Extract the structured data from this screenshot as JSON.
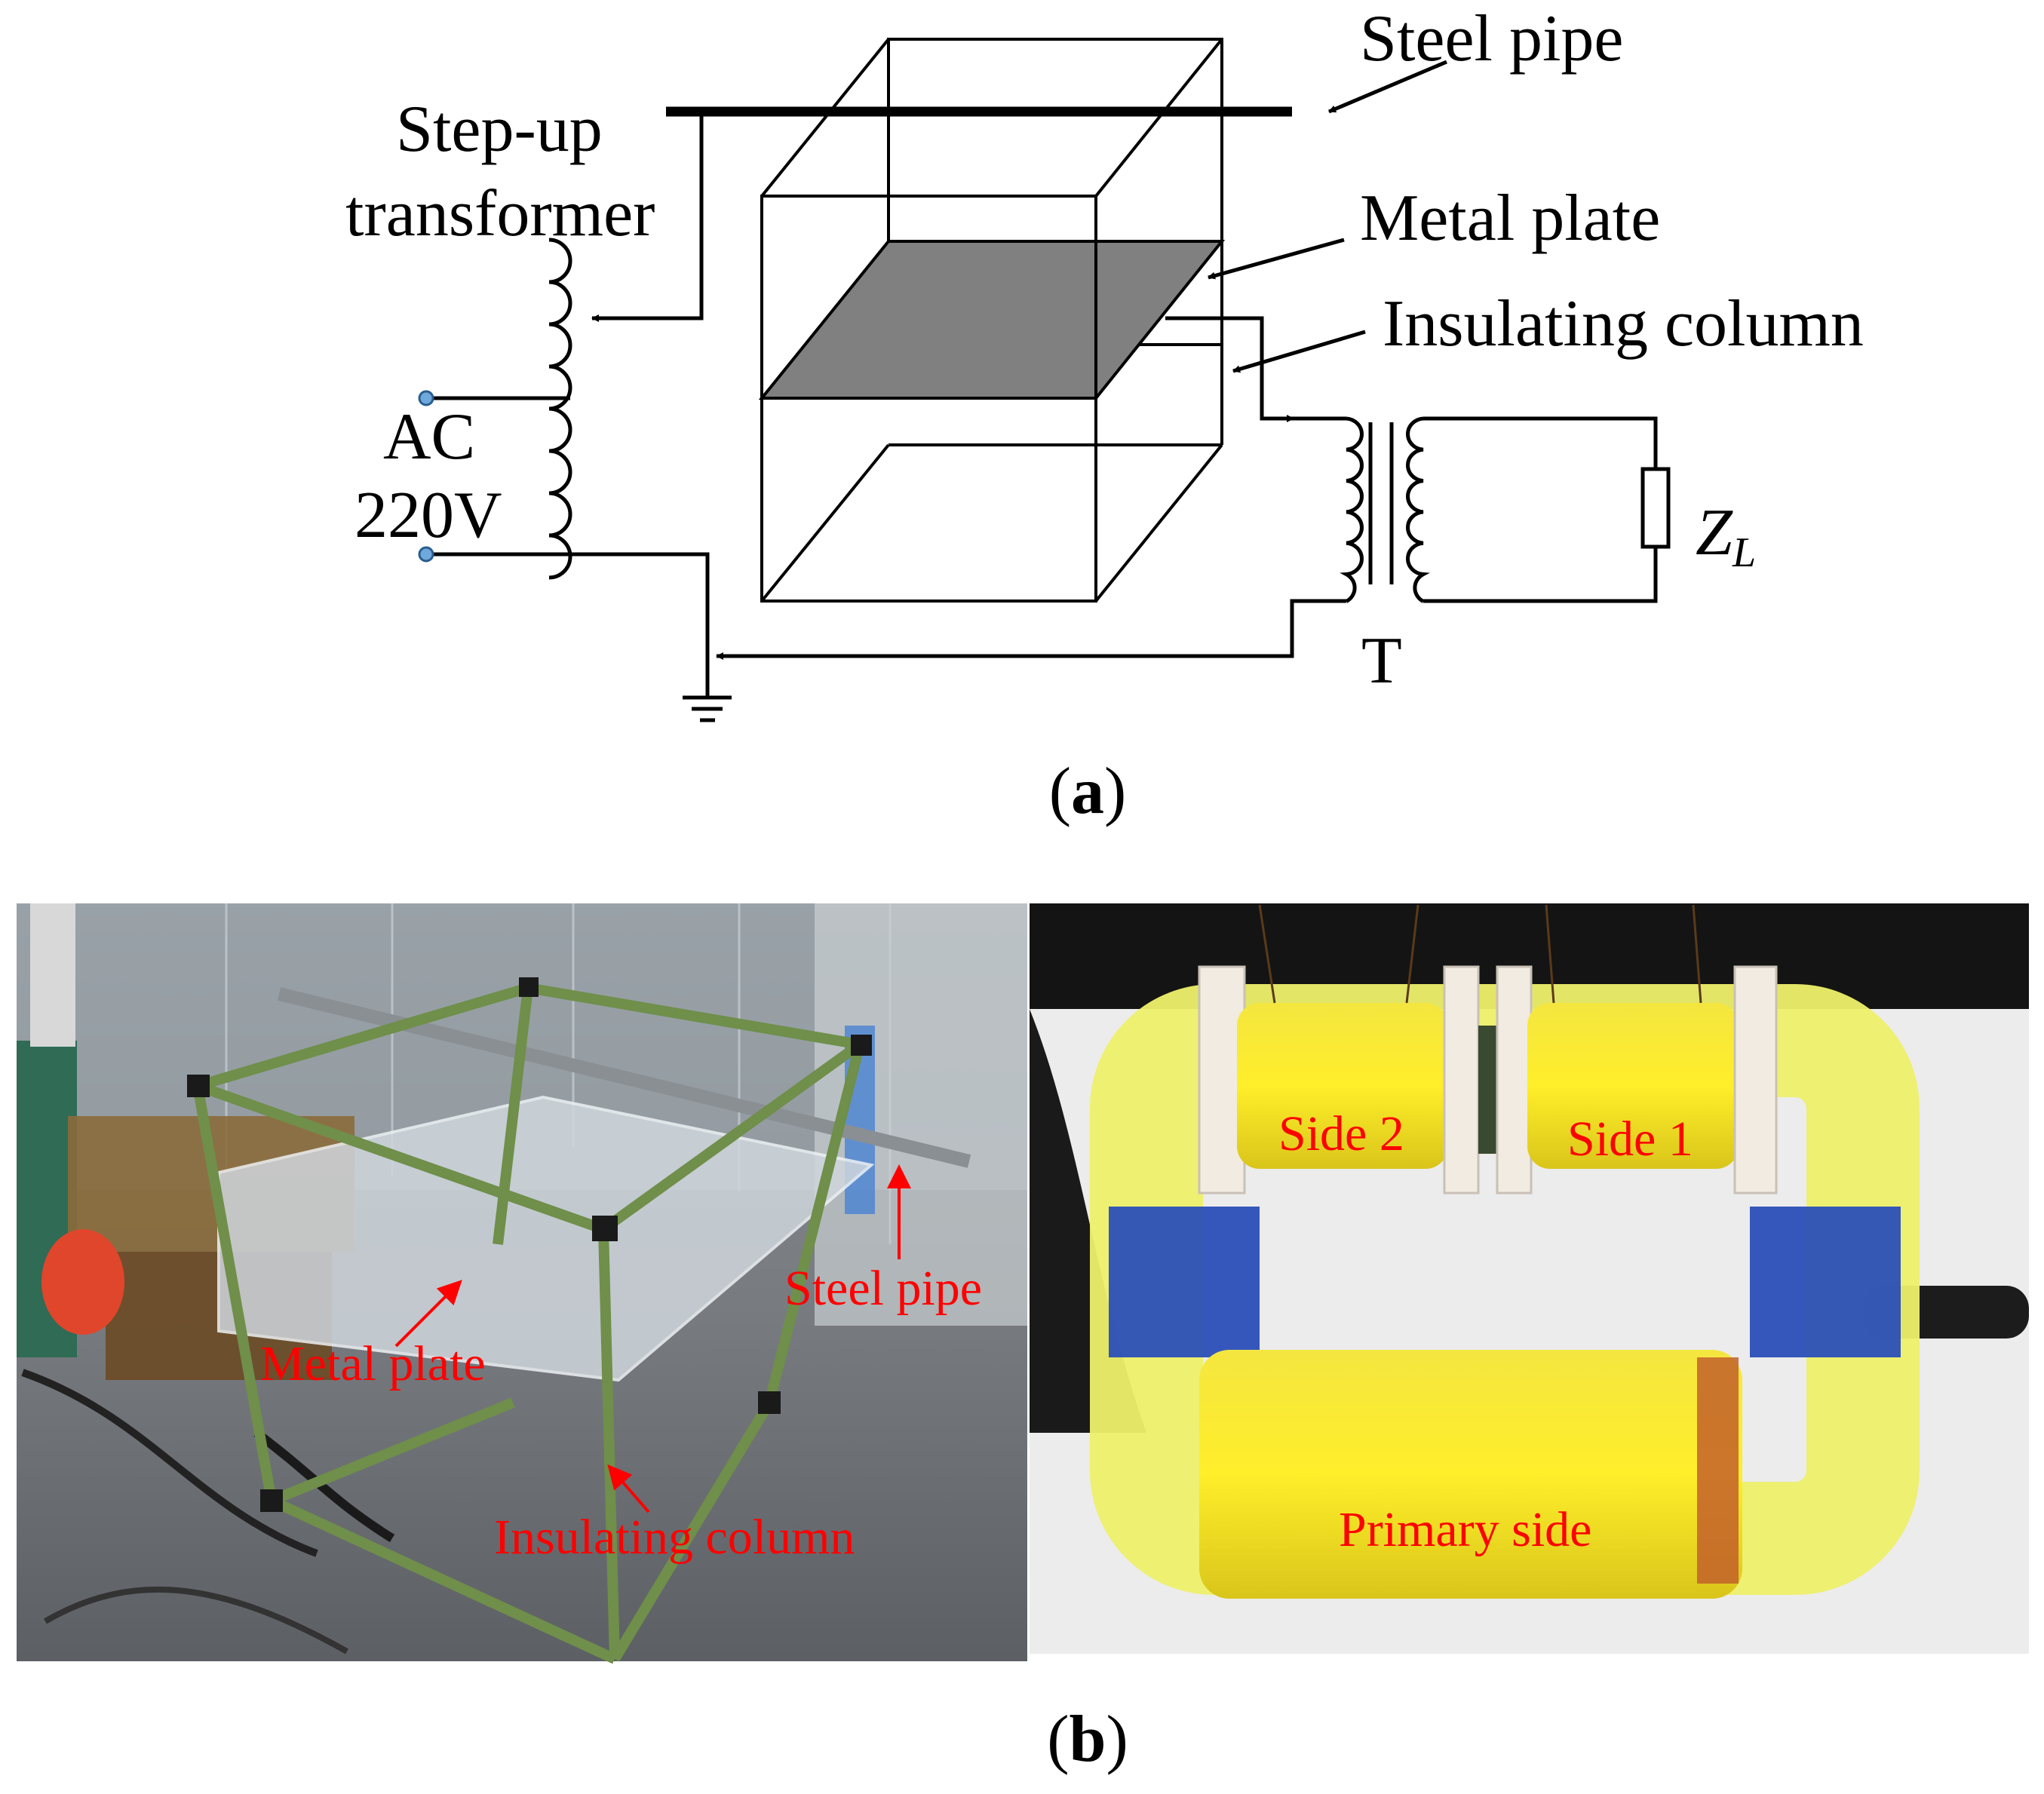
{
  "diagram": {
    "labels": {
      "steel_pipe": "Steel pipe",
      "step_up_line1": "Step-up",
      "step_up_line2": "transformer",
      "metal_plate": "Metal plate",
      "insulating_column": "Insulating column",
      "ac_line1": "AC",
      "ac_line2": "220V",
      "load_z": "Z",
      "load_sub": "L",
      "transformer_t": "T"
    },
    "caption_a": {
      "open": "(",
      "letter": "a",
      "close": ")"
    }
  },
  "photos": {
    "left": {
      "labels": {
        "metal_plate": "Metal plate",
        "steel_pipe": "Steel pipe",
        "insulating_column": "Insulating column"
      }
    },
    "right": {
      "labels": {
        "side2": "Side 2",
        "side1": "Side 1",
        "primary": "Primary side"
      }
    }
  },
  "caption_b": {
    "open": "(",
    "letter": "b",
    "close": ")"
  },
  "colors": {
    "annotation": "#ff0000",
    "plate_fill": "#808080",
    "terminal": "#6fa8dc"
  }
}
